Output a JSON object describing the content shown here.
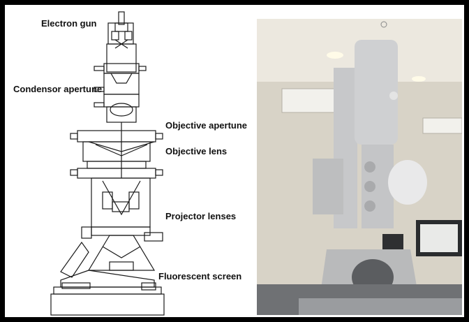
{
  "labels": {
    "electron_gun": "Electron gun",
    "condensor_aperture": "Condensor apertune",
    "objective_aperture": "Objective apertune",
    "objective_lens": "Objective lens",
    "projector_lenses": "Projector lenses",
    "fluorescent_screen": "Fluorescent screen"
  },
  "colors": {
    "frame": "#000000",
    "background": "#ffffff",
    "line": "#1a1a1a",
    "microscope_body": "#c9cacc",
    "wall": "#ddd8cd"
  }
}
